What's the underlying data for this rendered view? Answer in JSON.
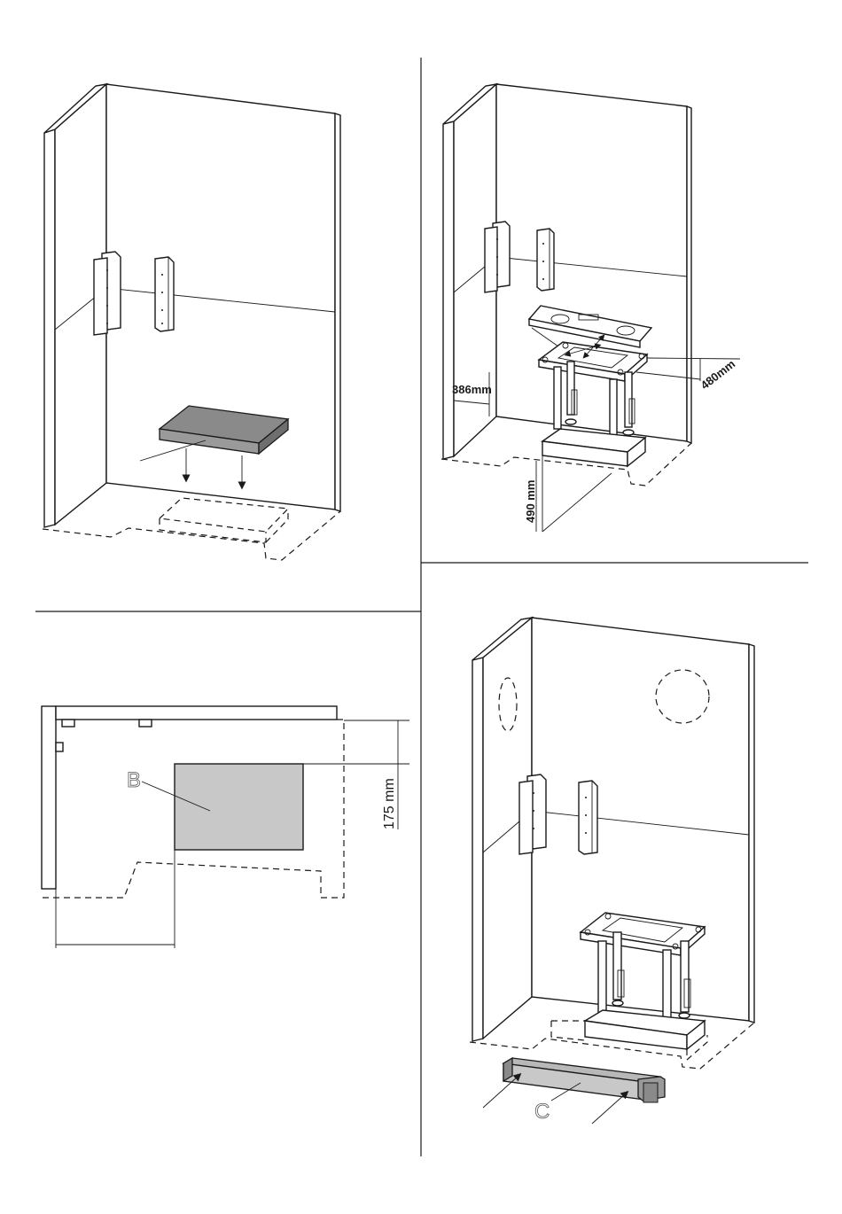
{
  "figure": {
    "panel1": {
      "description_labels": []
    },
    "panel2": {
      "dim_left": "386mm",
      "dim_right": "480mm",
      "dim_height": "490 mm"
    },
    "panel3": {
      "label_b": "B",
      "dim_vertical": "175 mm"
    },
    "panel4": {
      "label_c": "C"
    }
  },
  "colors": {
    "line": "#1a1a1a",
    "grey_fill": "#c8c8c8",
    "dark_grey": "#8a8a8a"
  }
}
